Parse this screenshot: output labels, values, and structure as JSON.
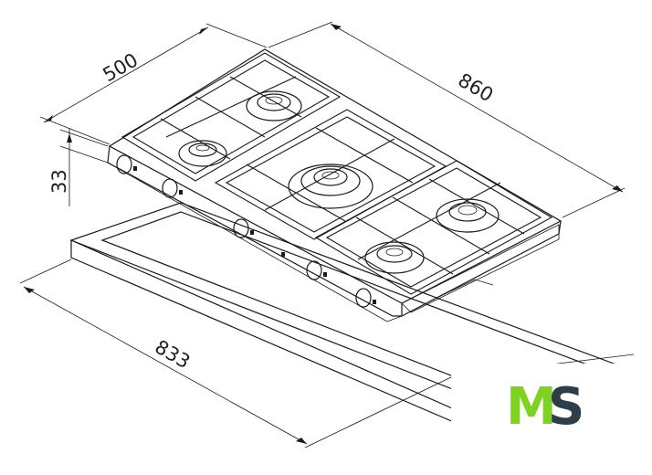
{
  "dimensions": {
    "depth": "500",
    "width": "860",
    "height": "33",
    "cutout_width": "833"
  },
  "logo": {
    "letter_1": "M",
    "letter_2": "S",
    "color_1": "#7ed321",
    "color_2": "#2b3e4a"
  }
}
